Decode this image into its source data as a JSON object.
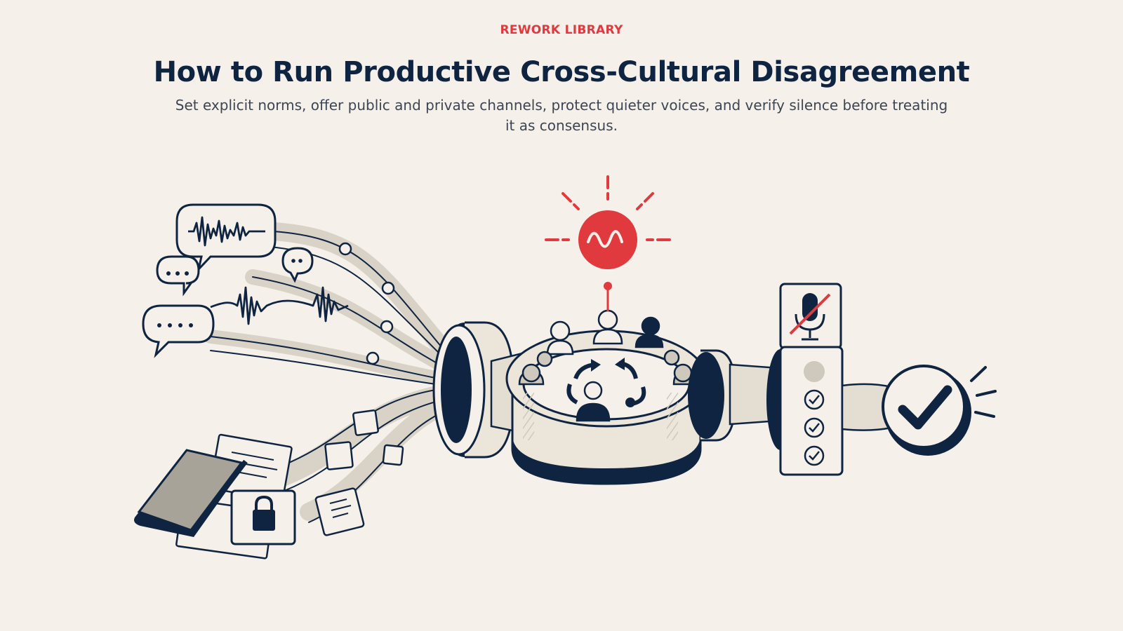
{
  "article": {
    "eyebrow": "REWORK LIBRARY",
    "title": "How to Run Productive Cross-Cultural Disagreement",
    "subtitle": "Set explicit norms, offer public and private channels, protect quieter voices, and verify silence before treating it as consensus."
  },
  "colors": {
    "background": "#f5f1ea",
    "accent": "#e0393e",
    "ink": "#0f2440",
    "muted": "#3d4553"
  },
  "illustration": {
    "icons": [
      "speech-bubble-icon",
      "waveform-icon",
      "notebook-icon",
      "padlock-icon",
      "document-icon",
      "people-icon",
      "signal-icon",
      "muted-microphone-icon",
      "checkmark-icon"
    ]
  }
}
